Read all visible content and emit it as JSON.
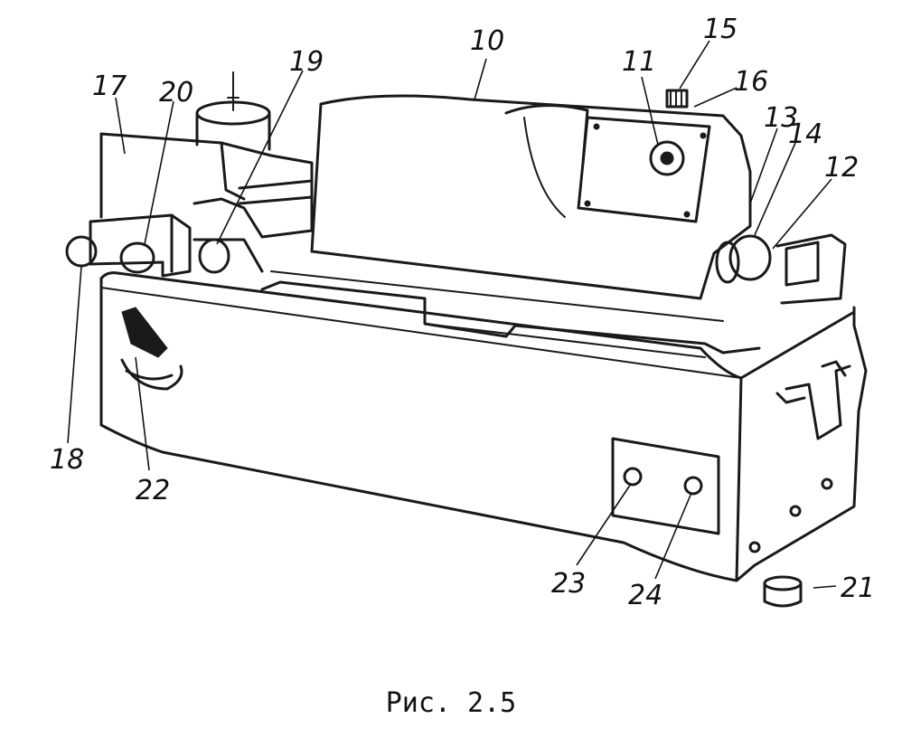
{
  "labels": [
    {
      "id": "10",
      "text": "10"
    },
    {
      "id": "11",
      "text": "11"
    },
    {
      "id": "12",
      "text": "12"
    },
    {
      "id": "13",
      "text": "13"
    },
    {
      "id": "14",
      "text": "14"
    },
    {
      "id": "15",
      "text": "15"
    },
    {
      "id": "16",
      "text": "16"
    },
    {
      "id": "17",
      "text": "17"
    },
    {
      "id": "18",
      "text": "18"
    },
    {
      "id": "19",
      "text": "19"
    },
    {
      "id": "20",
      "text": "20"
    },
    {
      "id": "21",
      "text": "21"
    },
    {
      "id": "22",
      "text": "22"
    },
    {
      "id": "23",
      "text": "23"
    },
    {
      "id": "24",
      "text": "24"
    }
  ],
  "caption": "Рис. 2.5"
}
